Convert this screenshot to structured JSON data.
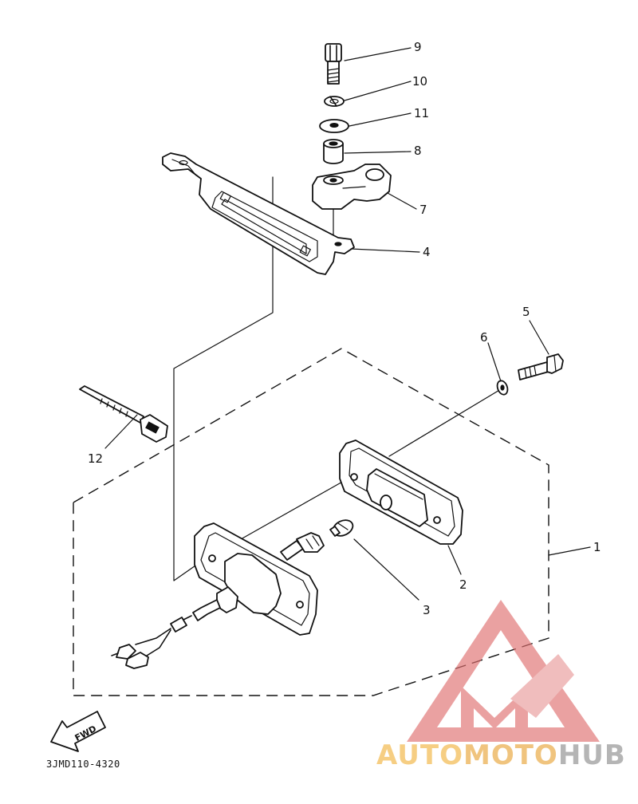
{
  "callouts": {
    "p1": "1",
    "p2": "2",
    "p3": "3",
    "p4": "4",
    "p5": "5",
    "p6": "6",
    "p7": "7",
    "p8": "8",
    "p9": "9",
    "p10": "10",
    "p11": "11",
    "p12": "12"
  },
  "fwd_label": "FWD",
  "drawing_code": "3JMD110-4320",
  "watermark": {
    "part_a": "AUTO",
    "part_b": "MOTO",
    "part_c": "HUB"
  }
}
